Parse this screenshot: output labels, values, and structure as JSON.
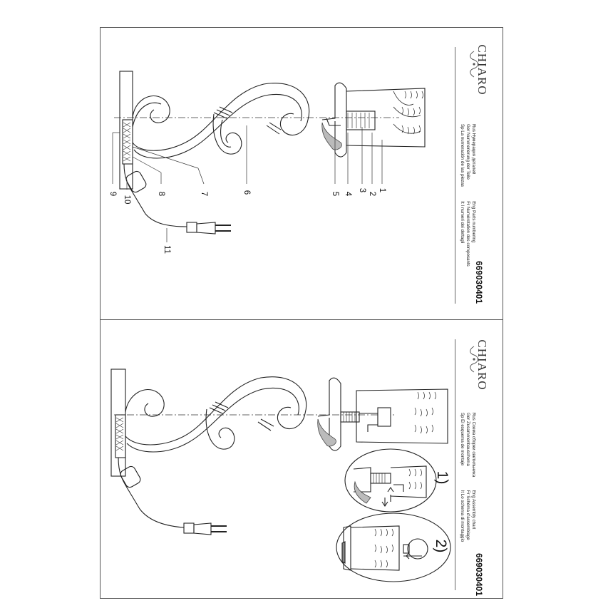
{
  "brand": "CHIARO",
  "article_code": "669030401",
  "parts_sheet": {
    "captions": {
      "rus": "Rus Нумерация деталей",
      "ger": "Ger Nummerierung der Teile",
      "sp": "Sp La numeración de las piezas",
      "eng": "Eng Parts numbering",
      "fr": "Fr Numérotation des composants",
      "it": "It I numeri dei dettagli"
    },
    "callouts": [
      "1",
      "2",
      "3",
      "4",
      "5",
      "6",
      "7",
      "8",
      "9",
      "10",
      "11"
    ]
  },
  "assembly_sheet": {
    "captions": {
      "rus": "Rus Схема сборки светильника",
      "ger": "Ger Zusammenbauschema",
      "sp": "Sp El esquema de montaje",
      "eng": "Eng Assembly chart",
      "fr": "Fr Schéma d'assemblage",
      "it": "It Lo schema di montaggio"
    },
    "steps": [
      "1)",
      "2)"
    ]
  }
}
